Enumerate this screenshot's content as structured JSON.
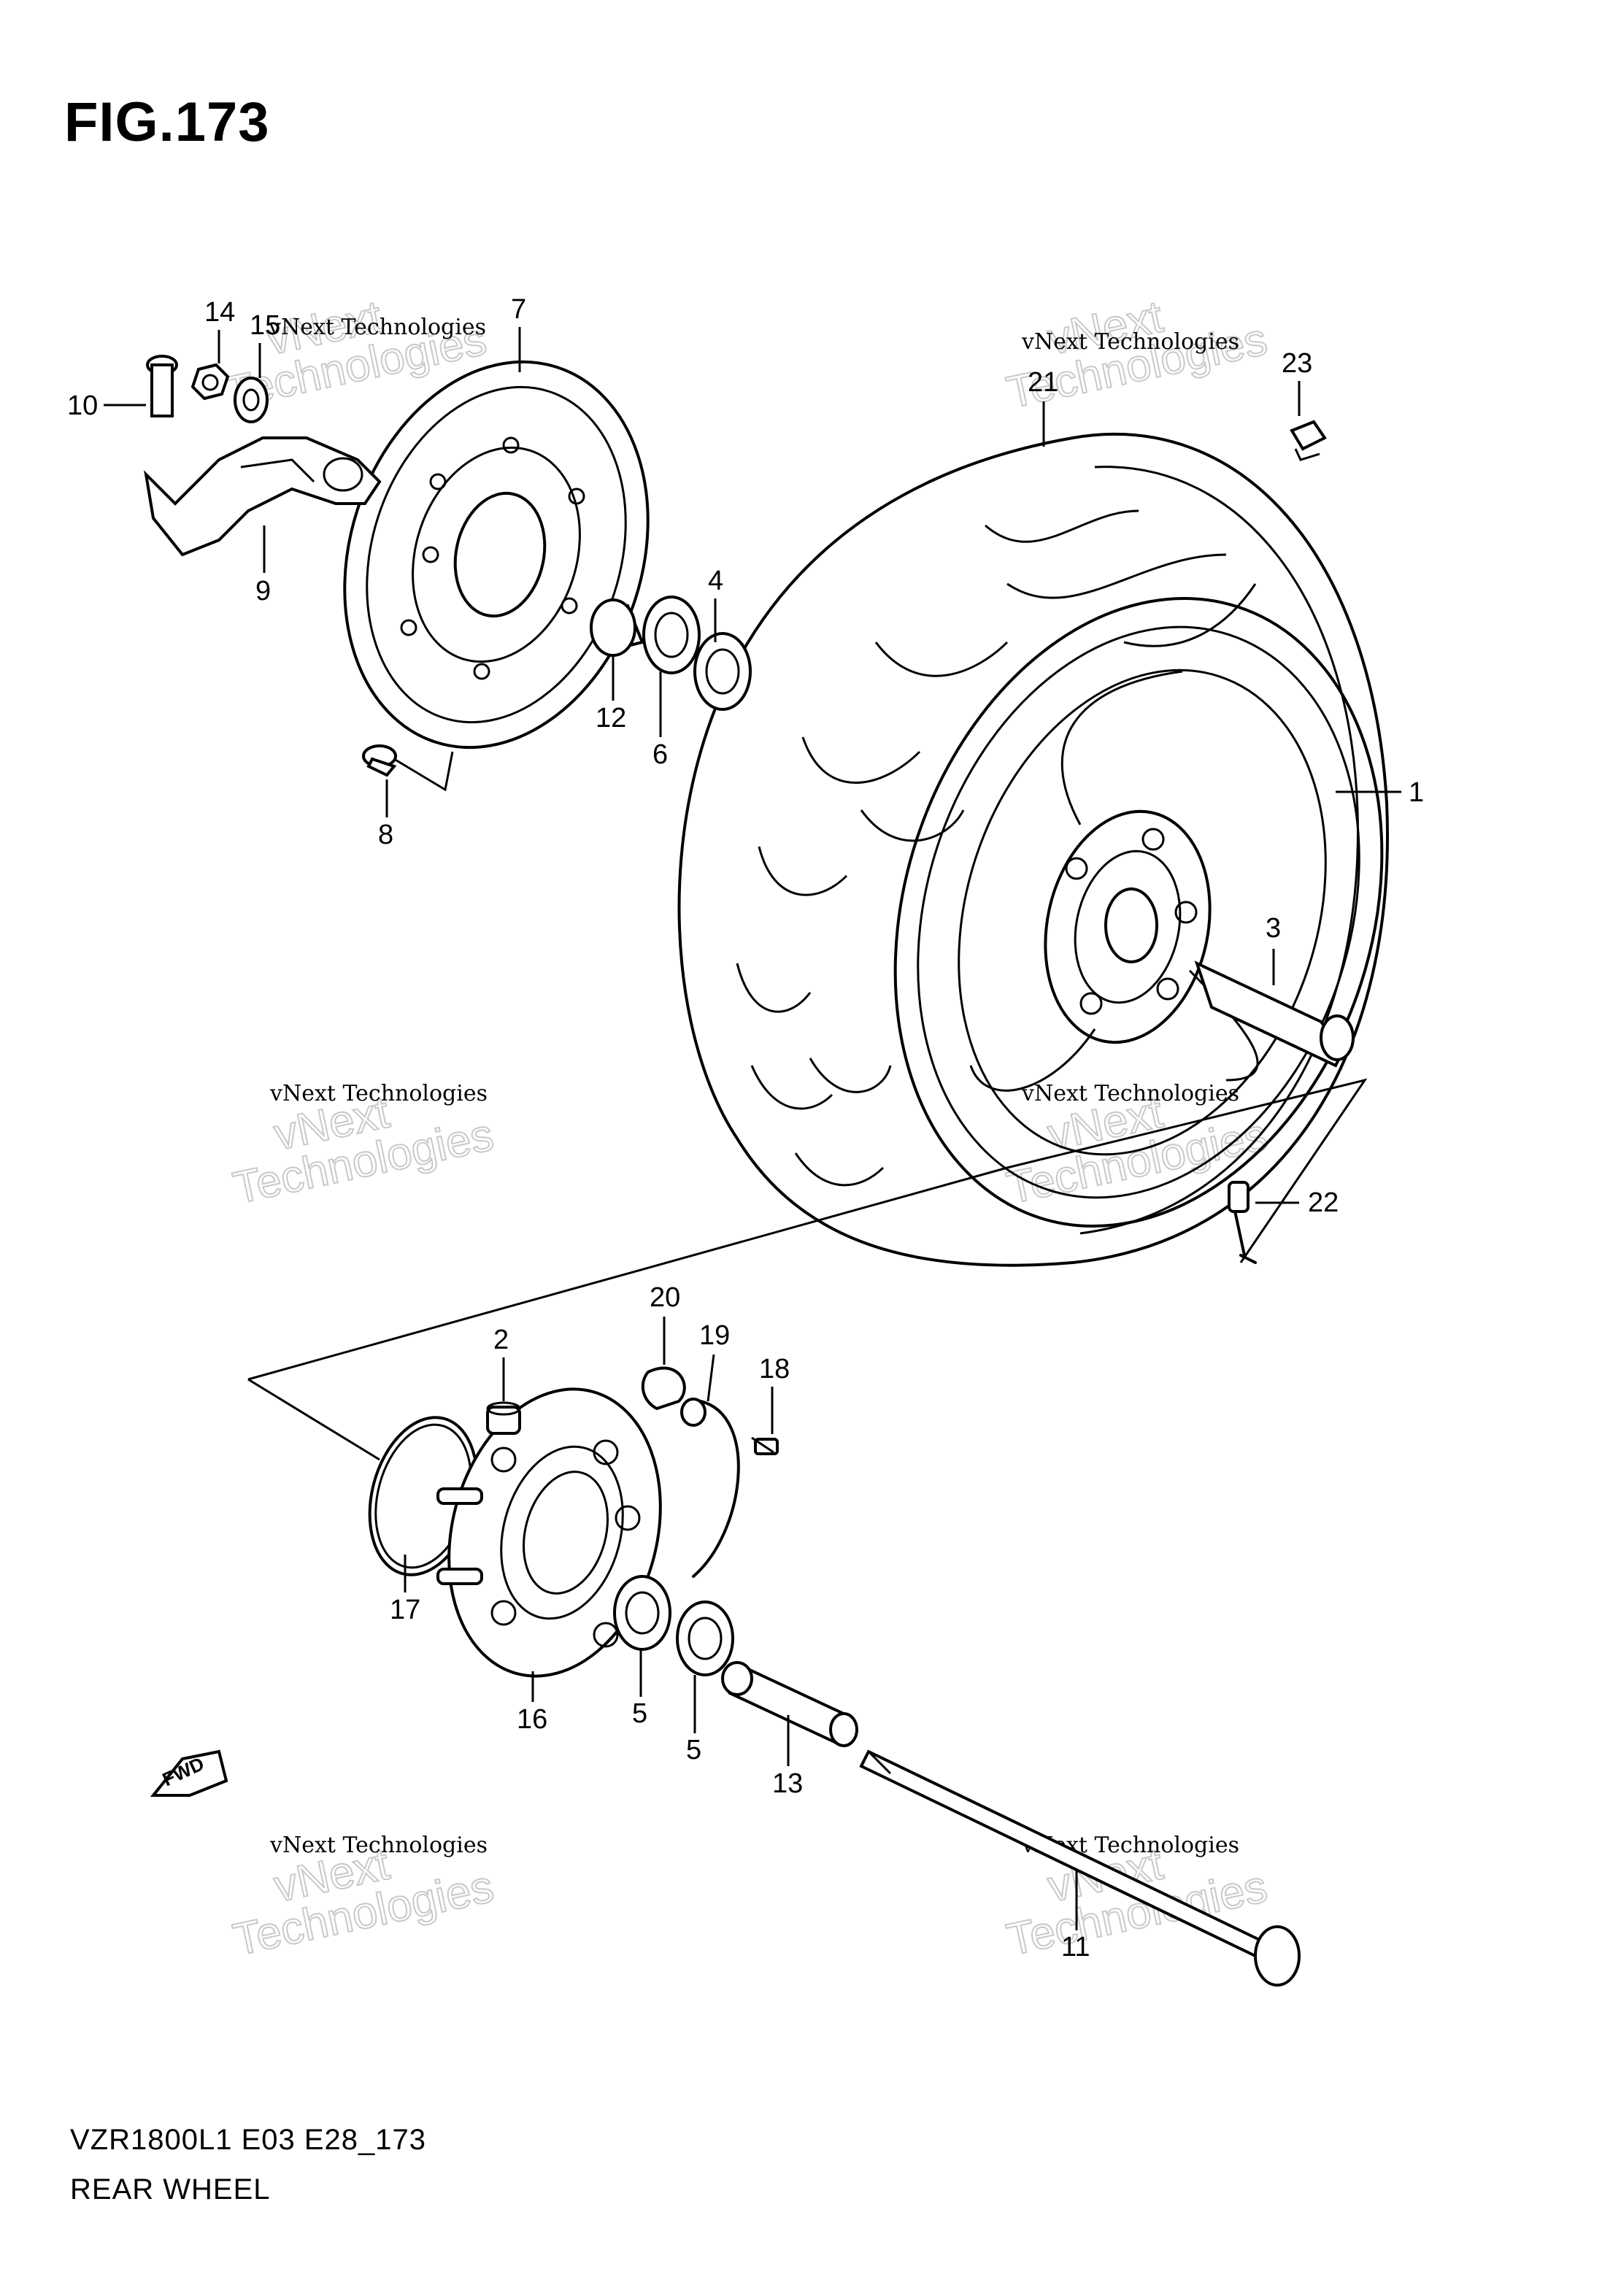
{
  "figure": {
    "title": "FIG.173",
    "code": "VZR1800L1 E03 E28_173",
    "name": "REAR WHEEL"
  },
  "watermark": {
    "line1": "vNext Technologies",
    "line2": "vNext",
    "line3": "Technologies"
  },
  "fwd_label": "FWD",
  "callouts": {
    "c1": "1",
    "c2": "2",
    "c3": "3",
    "c4": "4",
    "c5a": "5",
    "c5b": "5",
    "c6": "6",
    "c7": "7",
    "c8": "8",
    "c9": "9",
    "c10": "10",
    "c11": "11",
    "c12": "12",
    "c13": "13",
    "c14": "14",
    "c15": "15",
    "c16": "16",
    "c17": "17",
    "c18": "18",
    "c19": "19",
    "c20": "20",
    "c21": "21",
    "c22": "22",
    "c23": "23"
  }
}
